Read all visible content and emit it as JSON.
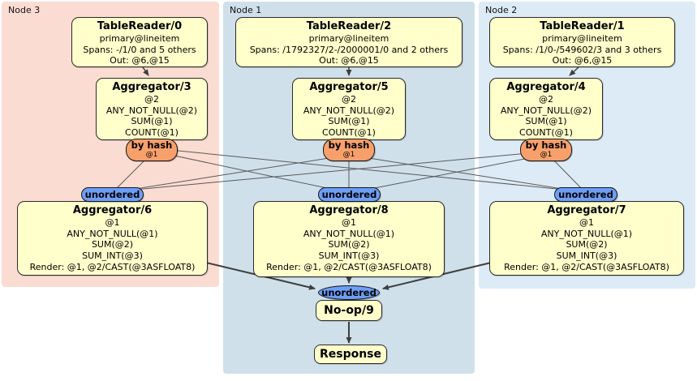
{
  "regions": {
    "n3": {
      "label": "Node 3",
      "bg": "#fbdcd2"
    },
    "n1": {
      "label": "Node 1",
      "bg": "#cfe0eb"
    },
    "n2": {
      "label": "Node 2",
      "bg": "#dcebf6"
    }
  },
  "processors": {
    "tr0": {
      "title": "TableReader/0",
      "lines": [
        "primary@lineitem",
        "Spans: -/1/0 and 5 others",
        "Out: @6,@15"
      ]
    },
    "tr2": {
      "title": "TableReader/2",
      "lines": [
        "primary@lineitem",
        "Spans: /1792327/2-/2000001/0 and 2 others",
        "Out: @6,@15"
      ]
    },
    "tr1": {
      "title": "TableReader/1",
      "lines": [
        "primary@lineitem",
        "Spans: /1/0-/549602/3 and 3 others",
        "Out: @6,@15"
      ]
    },
    "agg3": {
      "title": "Aggregator/3",
      "lines": [
        "@2",
        "ANY_NOT_NULL(@2)",
        "SUM(@1)",
        "COUNT(@1)"
      ]
    },
    "agg5": {
      "title": "Aggregator/5",
      "lines": [
        "@2",
        "ANY_NOT_NULL(@2)",
        "SUM(@1)",
        "COUNT(@1)"
      ]
    },
    "agg4": {
      "title": "Aggregator/4",
      "lines": [
        "@2",
        "ANY_NOT_NULL(@2)",
        "SUM(@1)",
        "COUNT(@1)"
      ]
    },
    "agg6": {
      "title": "Aggregator/6",
      "lines": [
        "@1",
        "ANY_NOT_NULL(@1)",
        "SUM(@2)",
        "SUM_INT(@3)",
        "Render: @1, @2/CAST(@3ASFLOAT8)"
      ]
    },
    "agg8": {
      "title": "Aggregator/8",
      "lines": [
        "@1",
        "ANY_NOT_NULL(@1)",
        "SUM(@2)",
        "SUM_INT(@3)",
        "Render: @1, @2/CAST(@3ASFLOAT8)"
      ]
    },
    "agg7": {
      "title": "Aggregator/7",
      "lines": [
        "@1",
        "ANY_NOT_NULL(@1)",
        "SUM(@2)",
        "SUM_INT(@3)",
        "Render: @1, @2/CAST(@3ASFLOAT8)"
      ]
    },
    "noop": {
      "title": "No-op/9"
    },
    "response": {
      "title": "Response"
    }
  },
  "router": {
    "label": "by hash",
    "tag": "@1"
  },
  "sync": {
    "label": "unordered"
  },
  "edges": [
    "TableReader/0 -> Aggregator/3",
    "TableReader/2 -> Aggregator/5",
    "TableReader/1 -> Aggregator/4",
    "by-hash@Node3 -> unordered@{Node3,Node1,Node2}",
    "by-hash@Node1 -> unordered@{Node3,Node1,Node2}",
    "by-hash@Node2 -> unordered@{Node3,Node1,Node2}",
    "Aggregator/6 -> unordered/final",
    "Aggregator/8 -> unordered/final",
    "Aggregator/7 -> unordered/final",
    "unordered/final -> No-op/9",
    "No-op/9 -> Response"
  ],
  "colors": {
    "node3_bg": "#fbdcd2",
    "node1_bg": "#cfe0eb",
    "node2_bg": "#dcebf6",
    "processor_fill": "#ffffcb",
    "router_fill": "#f7a06b",
    "sync_fill": "#6d9ef6",
    "edge_thin": "#5a5a5a",
    "edge_thick": "#3f3f3f"
  }
}
